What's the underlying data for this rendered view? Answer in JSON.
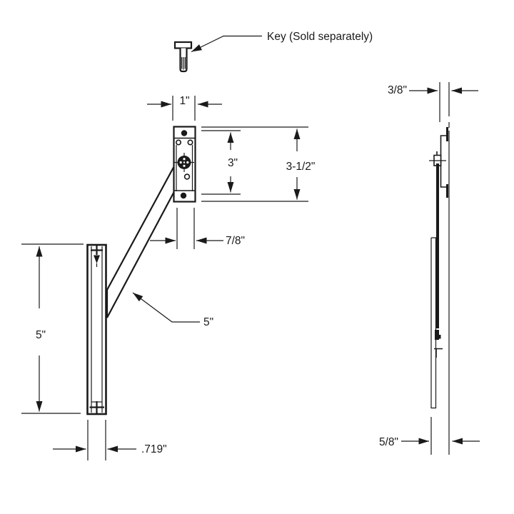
{
  "drawing": {
    "background": "#ffffff",
    "line_color": "#1a1a1a",
    "key_detail": {
      "note": "Key (Sold separately)"
    },
    "front_view": {
      "dim_bracket_width": "1\"",
      "dim_inner_height": "3\"",
      "dim_bracket_height": "3-1/2\"",
      "dim_pivot_offset": "7/8\"",
      "dim_swing_bar_length": "5\"",
      "dim_keeper_height": "5\"",
      "dim_keeper_width": ".719\""
    },
    "side_view": {
      "dim_bracket_depth": "3/8\"",
      "dim_keeper_depth": "5/8\""
    }
  }
}
